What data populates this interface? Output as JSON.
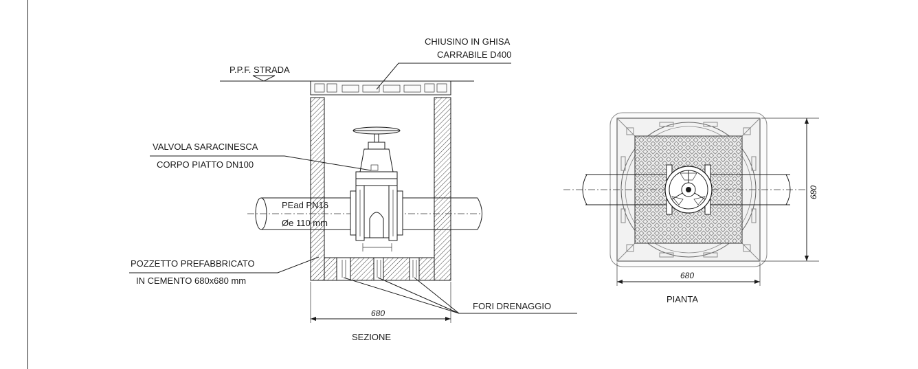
{
  "labels": {
    "road_level": "P.P.F. STRADA",
    "manhole_cover_line1": "CHIUSINO IN GHISA",
    "manhole_cover_line2": "CARRABILE D400",
    "valve_line1": "VALVOLA SARACINESCA",
    "valve_line2": "CORPO PIATTO DN100",
    "pipe_line1": "PEad PN16",
    "pipe_line2": "Øe 110 mm",
    "chamber_line1": "POZZETTO PREFABBRICATO",
    "chamber_line2": "IN CEMENTO 680x680 mm",
    "drain_holes": "FORI DRENAGGIO",
    "section_title": "SEZIONE",
    "plan_title": "PIANTA"
  },
  "dimensions": {
    "section_width": "680",
    "plan_width": "680",
    "plan_height": "680"
  },
  "colors": {
    "line": "#1a1a1a",
    "hatch": "#444444",
    "grey_outline": "#8a8a8a",
    "grate_fill": "#e6e6e6"
  }
}
